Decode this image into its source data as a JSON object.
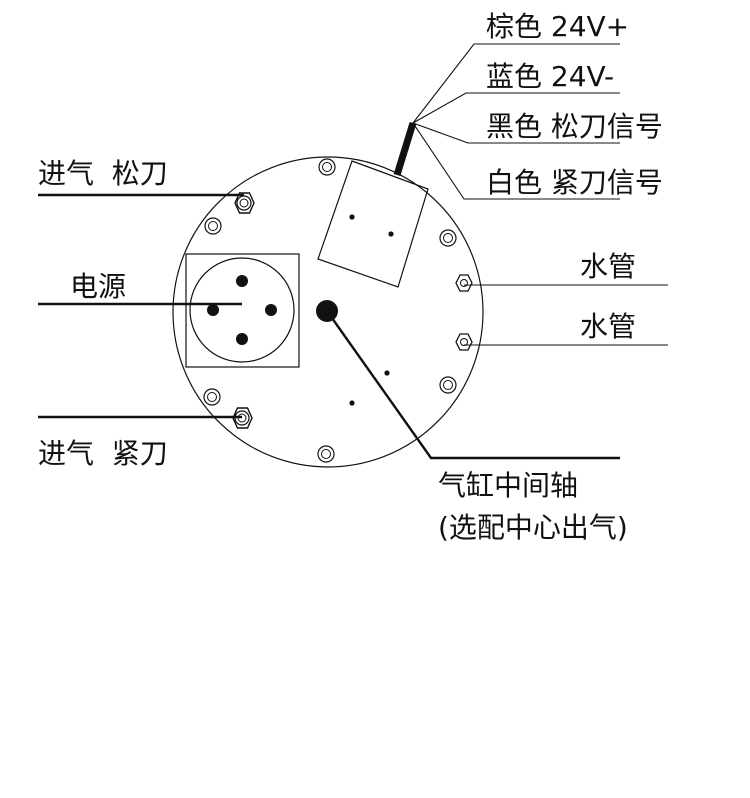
{
  "labels": {
    "brown_wire": "棕色 24V+",
    "blue_wire": "蓝色 24V-",
    "black_wire": "黑色 松刀信号",
    "white_wire": "白色 紧刀信号",
    "air_in_release": "进气  松刀",
    "power": "电源",
    "air_in_clamp": "进气  紧刀",
    "water_pipe_1": "水管",
    "water_pipe_2": "水管",
    "cylinder_axis_line1": "气缸中间轴",
    "cylinder_axis_line2": "(选配中心出气)"
  },
  "colors": {
    "line": "#111111",
    "background": "#ffffff"
  }
}
